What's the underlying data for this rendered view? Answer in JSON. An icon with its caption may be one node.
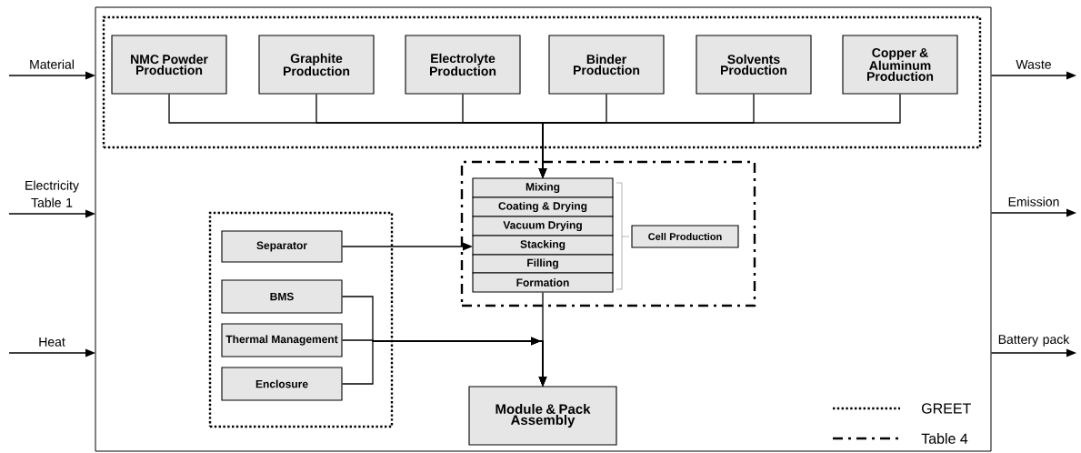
{
  "diagram": {
    "nodes": [
      {
        "text": [],
        "shape": "box"
      },
      {
        "text": [],
        "shape": "box",
        "in": 0
      },
      {
        "text": [
          "NMC Powder Production"
        ],
        "in": 1
      },
      {
        "text": [
          "Graphite Production"
        ],
        "in": 1
      },
      {
        "text": [
          "Electrolyte Production"
        ],
        "in": 1
      },
      {
        "text": [
          "Binder Production"
        ],
        "in": 1
      },
      {
        "text": [
          "Solvents Production"
        ],
        "in": 1
      },
      {
        "text": [
          "Copper & Aluminum Production"
        ],
        "in": 1
      },
      {
        "text": [],
        "shape": "box",
        "in": 0
      },
      {
        "text": [
          "Mixing"
        ],
        "in": 8
      },
      {
        "text": [
          "Coating & Drying"
        ],
        "in": 8
      },
      {
        "text": [
          "Vacuum Drying"
        ],
        "in": 8
      },
      {
        "text": [
          "Stacking"
        ],
        "in": 8
      },
      {
        "text": [
          "Filling"
        ],
        "in": 8
      },
      {
        "text": [
          "Formation"
        ],
        "in": 8
      },
      {
        "text": [
          "Cell Production"
        ],
        "in": 8
      },
      {
        "text": [],
        "shape": "box",
        "in": 0
      },
      {
        "text": [
          "Separator"
        ],
        "in": 16
      },
      {
        "text": [
          "BMS"
        ],
        "in": 16
      },
      {
        "text": [
          "Thermal Management"
        ],
        "in": 16
      },
      {
        "text": [
          "Enclosure"
        ],
        "in": 16
      },
      {
        "text": [
          "Module & Pack Assembly"
        ],
        "in": 0
      }
    ],
    "edges": [
      {
        "from": null,
        "to": 0,
        "arrow": "to",
        "label": "Material"
      },
      {
        "from": null,
        "to": 0,
        "arrow": "to",
        "label": "Electricity Table 1"
      },
      {
        "from": null,
        "to": 0,
        "arrow": "to",
        "label": "Heat"
      },
      {
        "from": 0,
        "to": null,
        "arrow": "to",
        "label": "Waste"
      },
      {
        "from": 0,
        "to": null,
        "arrow": "to",
        "label": "Emission"
      },
      {
        "from": 0,
        "to": null,
        "arrow": "to",
        "label": "Battery pack"
      },
      {
        "from": 2,
        "to": 9,
        "arrow": "to"
      },
      {
        "from": 3,
        "to": 9,
        "arrow": "to"
      },
      {
        "from": 4,
        "to": 9,
        "arrow": "to"
      },
      {
        "from": 5,
        "to": 9,
        "arrow": "to"
      },
      {
        "from": 6,
        "to": 9,
        "arrow": "to"
      },
      {
        "from": 7,
        "to": 9,
        "arrow": "to"
      },
      {
        "from": 17,
        "to": 12,
        "arrow": "to"
      },
      {
        "from": 14,
        "to": 21,
        "arrow": "to"
      },
      {
        "from": 18,
        "to": 21,
        "arrow": "to"
      },
      {
        "from": 19,
        "to": 21,
        "arrow": "to"
      },
      {
        "from": 20,
        "to": 21,
        "arrow": "to"
      }
    ],
    "legend": [
      {
        "text": "GREET"
      },
      {
        "text": "Table 4"
      }
    ]
  }
}
